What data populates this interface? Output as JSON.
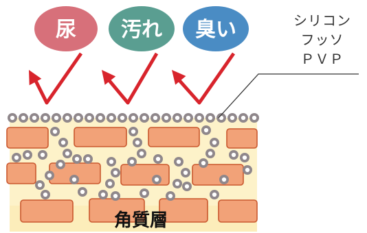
{
  "badges": [
    {
      "label": "尿",
      "color": "#d7707a"
    },
    {
      "label": "汚れ",
      "color": "#5a9e91"
    },
    {
      "label": "臭い",
      "color": "#4a8cc4"
    }
  ],
  "coating_labels": [
    "シリコン",
    "フッソ",
    "ＰＶＰ"
  ],
  "layer_label": "角質層",
  "colors": {
    "arrow": "#d8242c",
    "cell_fill": "#f2a278",
    "cell_stroke": "#c9572e",
    "background_layer": "#fdf2c9",
    "particle_outer": "#8f878b",
    "particle_inner": "#ffffff"
  }
}
